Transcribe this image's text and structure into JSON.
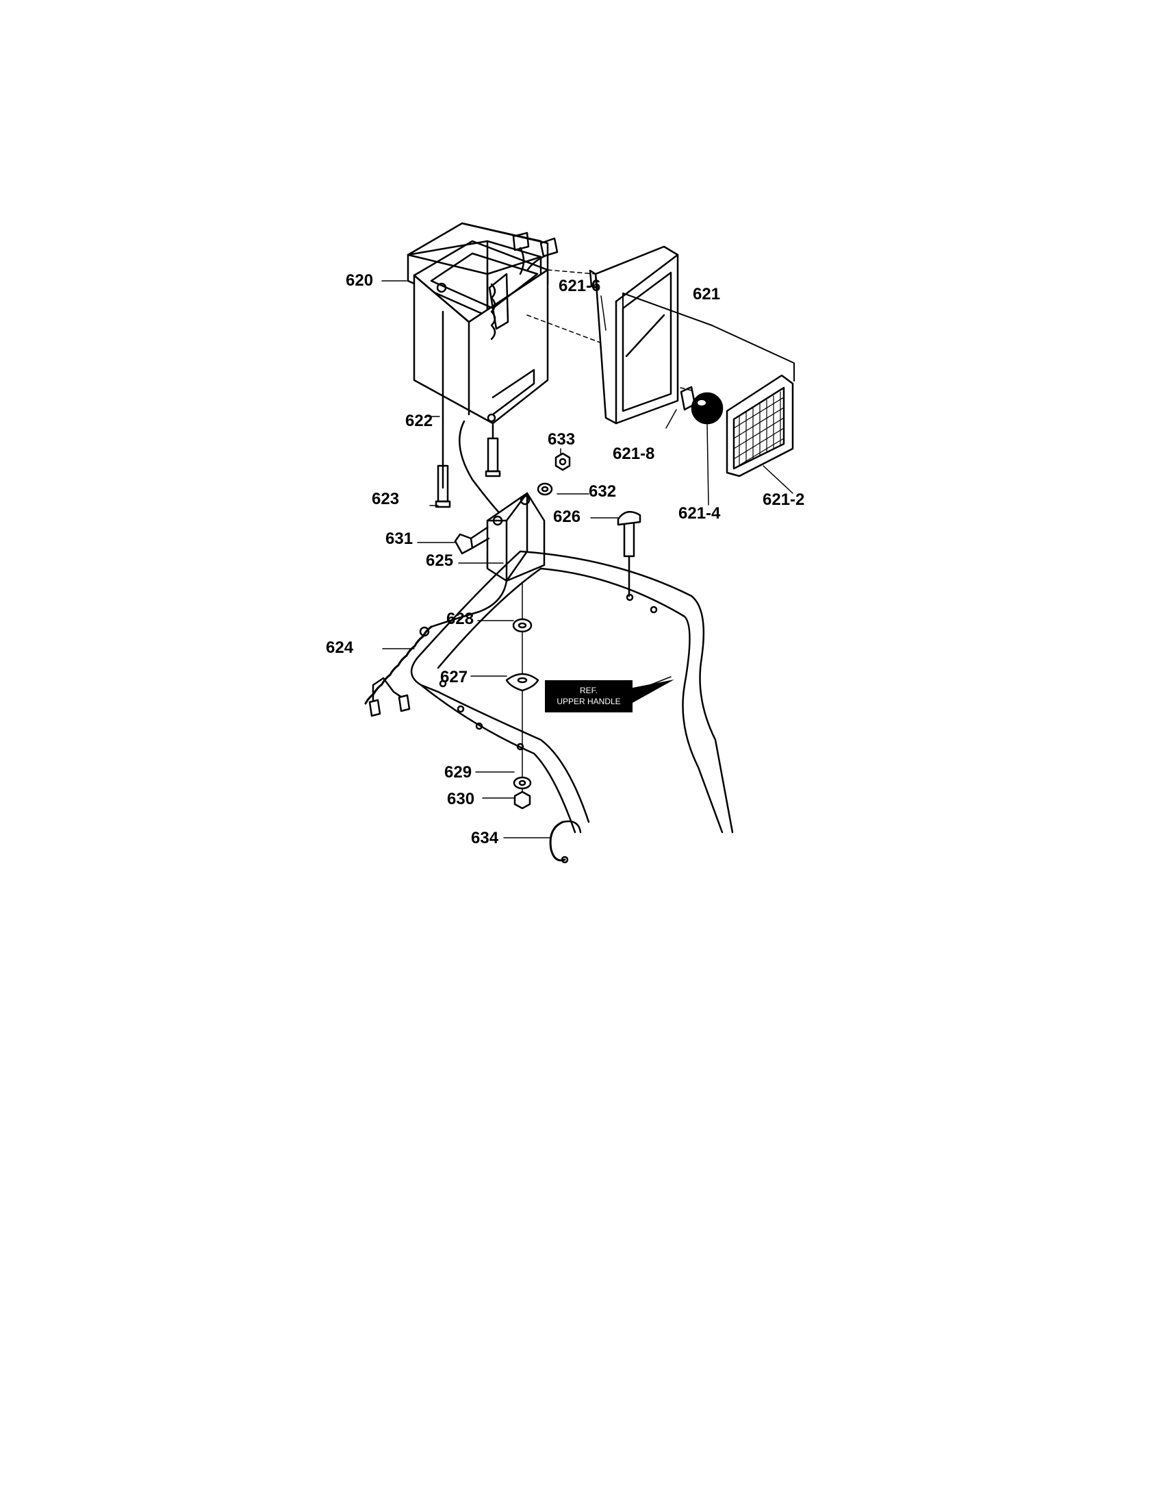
{
  "labels": {
    "l620": "620",
    "l621_6": "621-6",
    "l621": "621",
    "l622": "622",
    "l633": "633",
    "l621_8": "621-8",
    "l632": "632",
    "l623": "623",
    "l626": "626",
    "l621_4": "621-4",
    "l621_2": "621-2",
    "l631": "631",
    "l625": "625",
    "l628": "628",
    "l624": "624",
    "l627": "627",
    "l629": "629",
    "l630": "630",
    "l634": "634"
  },
  "ref_box": {
    "line1": "REF.",
    "line2": "UPPER HANDLE"
  }
}
